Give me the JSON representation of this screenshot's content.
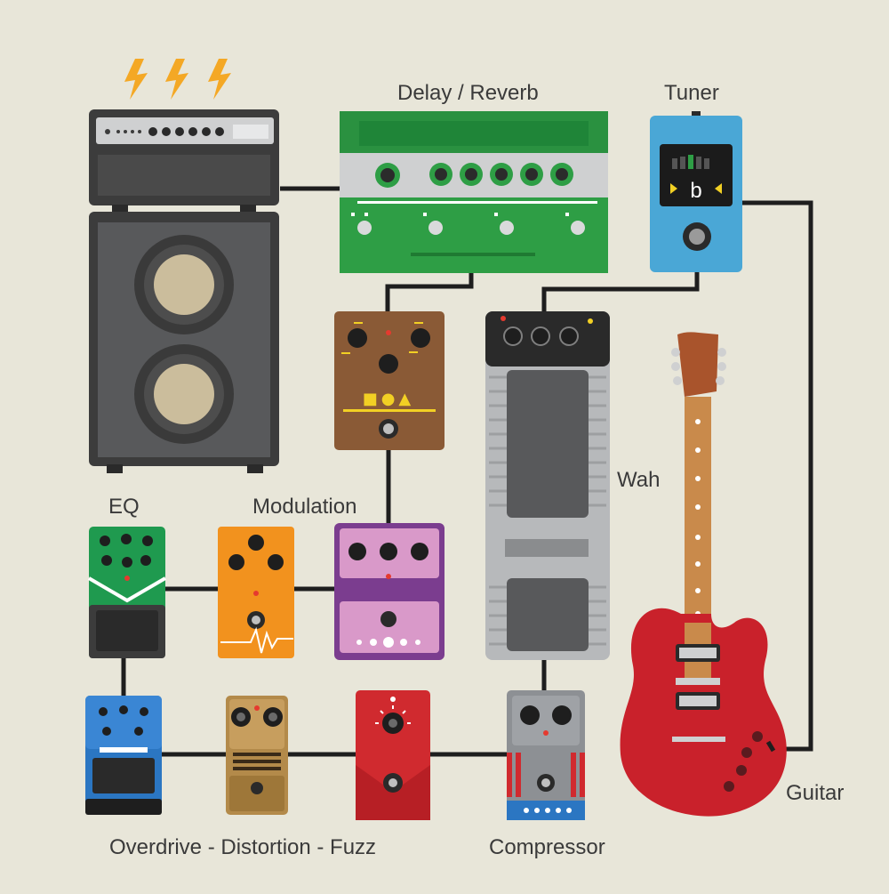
{
  "labels": {
    "delay_reverb": "Delay / Reverb",
    "tuner": "Tuner",
    "wah": "Wah",
    "eq": "EQ",
    "modulation": "Modulation",
    "guitar": "Guitar",
    "drive_group": "Overdrive - Distortion - Fuzz",
    "compressor": "Compressor"
  },
  "tuner_display_note": "b",
  "fuzz_pedal_symbols": "■●▲",
  "colors": {
    "background": "#e8e6d9",
    "cable": "#1e1e1e",
    "amp_body": "#3c3c3c",
    "speaker_cone": "#cbbd9c",
    "lightning": "#f4a825",
    "delay_green": "#2e9e45",
    "tuner_blue": "#4aa7d6",
    "brown_pedal": "#8a5a36",
    "wah_silver": "#b7b9bb",
    "eq_green": "#1f9a4f",
    "orange_pedal": "#f2921e",
    "purple_pedal": "#7b3d8f",
    "blue_pedal": "#2b76c2",
    "tan_pedal": "#b38a4a",
    "red_pedal": "#d02a2f",
    "compressor_gray": "#8d9094",
    "guitar_red": "#c9212b",
    "fretboard": "#c98a4b"
  }
}
